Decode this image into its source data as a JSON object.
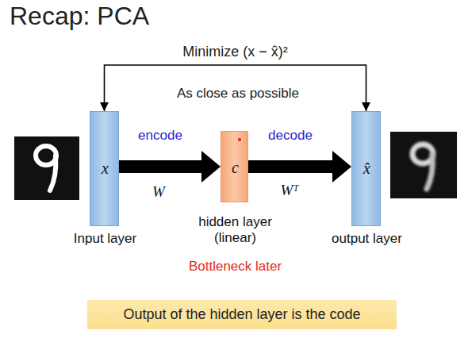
{
  "diagram": {
    "title": "Recap: PCA",
    "nodes": [
      {
        "text": [
          "x",
          "Input layer"
        ]
      },
      {
        "text": [
          "c",
          "hidden layer (linear)",
          "Bottleneck later"
        ]
      },
      {
        "text": [
          "x̂",
          "output layer"
        ]
      },
      {
        "text": [
          "Output of the hidden layer is the code"
        ]
      }
    ],
    "edges": [
      {
        "from": 0,
        "to": 2,
        "arrow": "both",
        "label": "Minimize (x − x̂)²"
      },
      {
        "from": 0,
        "to": 1,
        "arrow": "to",
        "label": "encode"
      },
      {
        "from": 1,
        "to": 2,
        "arrow": "to",
        "label": "decode"
      }
    ],
    "labels": [
      "As close as possible",
      "W",
      "Wᵀ"
    ]
  }
}
